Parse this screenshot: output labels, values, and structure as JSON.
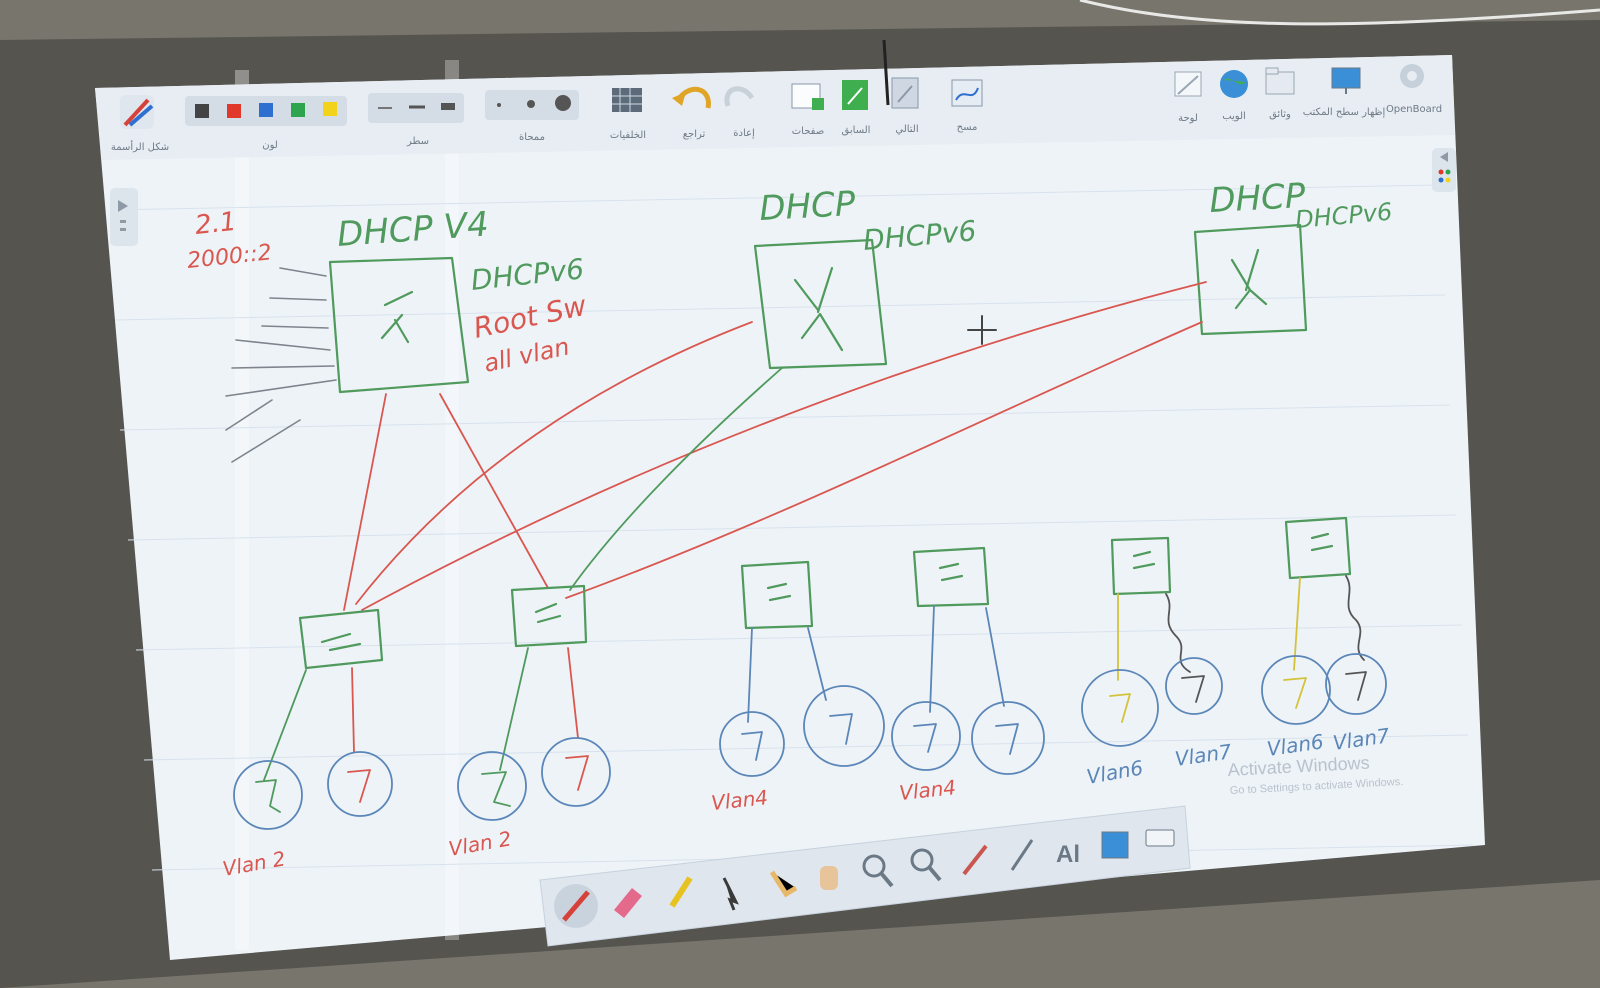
{
  "toolbar": {
    "brand_label": "شكل الرأسمة",
    "color_label": "لون",
    "line_label": "سطر",
    "eraser_label": "ممحاة",
    "background_label": "الخلفيات",
    "undo_label": "تراجع",
    "redo_label": "إعادة",
    "pages_label": "صفحات",
    "previous_label": "السابق",
    "next_label": "التالي",
    "clear_label": "مسح",
    "right_labels": [
      "لوحة",
      "الويب",
      "وثائق",
      "إظهار سطح المكتب",
      "OpenBoard"
    ],
    "colors": [
      "#444444",
      "#e0392b",
      "#2f6fd0",
      "#2ea44f",
      "#f2d21b"
    ]
  },
  "drawing": {
    "switch_labels": [
      "DHCP V4",
      "DHCP",
      "DHCP"
    ],
    "side_labels": [
      "DHCPv6",
      "DHCPv6",
      "DHCPv6"
    ],
    "note_number": "2.1",
    "note_code": "2000::2",
    "root_text": "Root Sw",
    "root_vlan": "all vlan",
    "vlan_labels": [
      "Vlan 2",
      "Vlan 2",
      "Vlan4",
      "Vlan4",
      "Vlan6",
      "Vlan7",
      "Vlan6",
      "Vlan7"
    ]
  },
  "watermark": {
    "title": "Activate Windows",
    "subtitle": "Go to Settings to activate Windows."
  },
  "colors": {
    "board": "#eef3f8",
    "ink_green": "#4f9a5c",
    "ink_red": "#d9574f",
    "ink_blue": "#5a86b8",
    "ink_yellow": "#d4c23a",
    "frame": "#5d5c56"
  }
}
